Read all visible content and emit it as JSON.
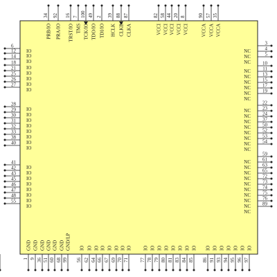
{
  "diagram": {
    "left": [
      {
        "pin": "6",
        "label": "IO"
      },
      {
        "pin": "12",
        "label": "IO"
      },
      {
        "pin": "14",
        "label": "IO"
      },
      {
        "pin": "18",
        "label": "IO"
      },
      {
        "pin": "21",
        "label": "IO"
      },
      {
        "pin": "25",
        "label": "IO"
      },
      {
        "pin": "26",
        "label": "IO"
      },
      {
        "pin": "27",
        "label": "IO"
      },
      {
        "pin": "28",
        "label": "IO"
      },
      {
        "pin": "29",
        "label": "IO"
      },
      {
        "pin": "30",
        "label": "IO"
      },
      {
        "pin": "31",
        "label": "IO"
      },
      {
        "pin": "32",
        "label": "IO"
      },
      {
        "pin": "33",
        "label": "IO"
      },
      {
        "pin": "38",
        "label": "IO"
      },
      {
        "pin": "40",
        "label": "IO"
      },
      {
        "pin": "41",
        "label": "IO"
      },
      {
        "pin": "42",
        "label": "IO"
      },
      {
        "pin": "43",
        "label": "IO"
      },
      {
        "pin": "45",
        "label": "IO"
      },
      {
        "pin": "46",
        "label": "IO"
      },
      {
        "pin": "47",
        "label": "IO"
      },
      {
        "pin": "48",
        "label": "IO"
      },
      {
        "pin": "55",
        "label": "IO"
      }
    ],
    "right": [
      {
        "pin": "3",
        "label": "NC"
      },
      {
        "pin": "4",
        "label": "NC"
      },
      {
        "pin": "5",
        "label": "NC"
      },
      {
        "pin": "10",
        "label": "NC"
      },
      {
        "pin": "11",
        "label": "NC"
      },
      {
        "pin": "13",
        "label": "NC"
      },
      {
        "pin": "15",
        "label": "NC"
      },
      {
        "pin": "17",
        "label": "NC"
      },
      {
        "pin": "19",
        "label": "NC"
      },
      {
        "pin": "22",
        "label": "NC"
      },
      {
        "pin": "23",
        "label": "NC"
      },
      {
        "pin": "24",
        "label": "NC"
      },
      {
        "pin": "37",
        "label": "NC"
      },
      {
        "pin": "50",
        "label": "NC"
      },
      {
        "pin": "52",
        "label": "NC"
      },
      {
        "pin": "53",
        "label": "NC"
      },
      {
        "pin": "54",
        "label": "NC"
      },
      {
        "pin": "59",
        "label": "NC"
      },
      {
        "pin": "61",
        "label": "NC"
      },
      {
        "pin": "63",
        "label": "NC"
      },
      {
        "pin": "65",
        "label": "NC"
      },
      {
        "pin": "72",
        "label": "NC"
      },
      {
        "pin": "73",
        "label": "NC"
      },
      {
        "pin": "74",
        "label": "NC"
      },
      {
        "pin": "75",
        "label": "NC"
      },
      {
        "pin": "76",
        "label": "NC"
      },
      {
        "pin": "89",
        "label": "NC"
      }
    ],
    "top": [
      {
        "pin": "34",
        "label": "PRB/IO"
      },
      {
        "pin": "92",
        "label": "PRA/IO"
      },
      {
        "pin": "16",
        "label": "TRST/IO"
      },
      {
        "pin": "7",
        "label": "TMS"
      },
      {
        "pin": "100",
        "label": "TCK/IO"
      },
      {
        "pin": "49",
        "label": "TDO/IO"
      },
      {
        "pin": "2",
        "label": "TDI/IO"
      },
      {
        "pin": "39",
        "label": "HCLK"
      },
      {
        "pin": "88",
        "label": "CLKB"
      },
      {
        "pin": "87",
        "label": "CLKA"
      },
      {
        "pin": "82",
        "label": "VCCI"
      },
      {
        "pin": "58",
        "label": "VCCI"
      },
      {
        "pin": "44",
        "label": "VCCI"
      },
      {
        "pin": "20",
        "label": "VCCI"
      },
      {
        "pin": "8",
        "label": "VCCI"
      },
      {
        "pin": "90",
        "label": "VCCA"
      },
      {
        "pin": "57",
        "label": "VCCA"
      },
      {
        "pin": "35",
        "label": "VCCA"
      }
    ],
    "bottom": [
      {
        "pin": "1",
        "label": "GND"
      },
      {
        "pin": "9",
        "label": "GND"
      },
      {
        "pin": "36",
        "label": "GND"
      },
      {
        "pin": "51",
        "label": "GND"
      },
      {
        "pin": "60",
        "label": "GND"
      },
      {
        "pin": "68",
        "label": "GND"
      },
      {
        "pin": "99",
        "label": "GND/LP"
      },
      {
        "pin": "56",
        "label": "IO"
      },
      {
        "pin": "62",
        "label": "IO"
      },
      {
        "pin": "64",
        "label": "IO"
      },
      {
        "pin": "66",
        "label": "IO"
      },
      {
        "pin": "67",
        "label": "IO"
      },
      {
        "pin": "69",
        "label": "IO"
      },
      {
        "pin": "70",
        "label": "IO"
      },
      {
        "pin": "71",
        "label": "IO"
      },
      {
        "pin": "77",
        "label": "IO"
      },
      {
        "pin": "78",
        "label": "IO"
      },
      {
        "pin": "79",
        "label": "IO"
      },
      {
        "pin": "80",
        "label": "IO"
      },
      {
        "pin": "81",
        "label": "IO"
      },
      {
        "pin": "83",
        "label": "IO"
      },
      {
        "pin": "84",
        "label": "IO"
      },
      {
        "pin": "85",
        "label": "IO"
      },
      {
        "pin": "86",
        "label": "IO"
      },
      {
        "pin": "91",
        "label": "IO"
      },
      {
        "pin": "93",
        "label": "IO"
      },
      {
        "pin": "94",
        "label": "IO"
      },
      {
        "pin": "95",
        "label": "IO"
      },
      {
        "pin": "96",
        "label": "IO"
      },
      {
        "pin": "97",
        "label": "IO"
      },
      {
        "pin": "98",
        "label": "IO"
      }
    ],
    "colors": {
      "body": "#ffff99",
      "outline": "#222222",
      "text": "#1e1e1e"
    }
  }
}
